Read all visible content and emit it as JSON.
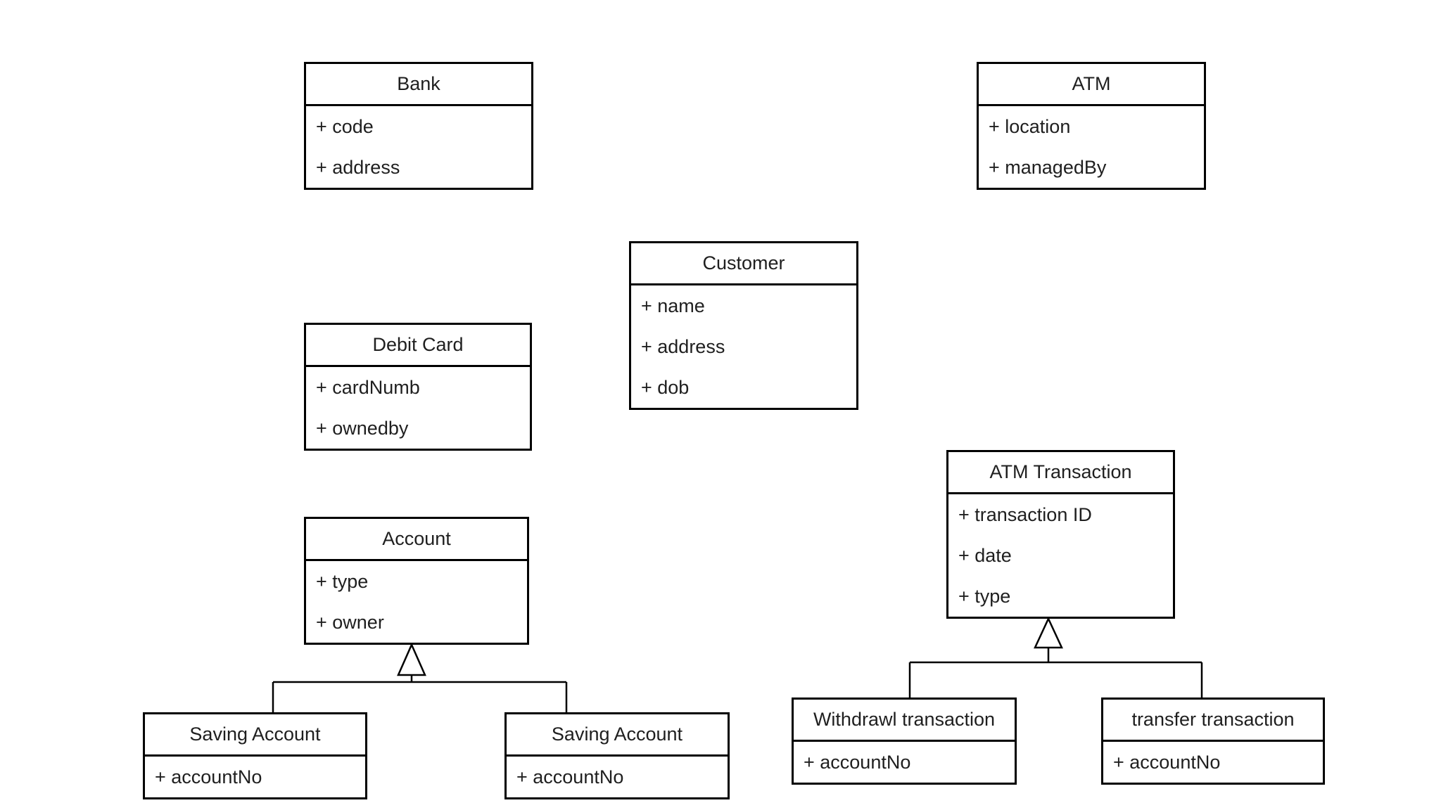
{
  "diagram": {
    "type": "uml-class-diagram",
    "background_color": "#ffffff",
    "stroke_color": "#000000",
    "text_color": "#1f1f1f",
    "box_fill_color": "#ffffff"
  },
  "classes": [
    {
      "id": "bank",
      "name": "Bank",
      "attributes": [
        "+ code",
        "+ address"
      ]
    },
    {
      "id": "atm",
      "name": "ATM",
      "attributes": [
        "+ location",
        "+ managedBy"
      ]
    },
    {
      "id": "customer",
      "name": "Customer",
      "attributes": [
        "+ name",
        "+ address",
        "+ dob"
      ]
    },
    {
      "id": "debit-card",
      "name": "Debit Card",
      "attributes": [
        "+ cardNumb",
        "+ ownedby"
      ]
    },
    {
      "id": "account",
      "name": "Account",
      "attributes": [
        "+ type",
        "+ owner"
      ]
    },
    {
      "id": "saving-account-left",
      "name": "Saving Account",
      "attributes": [
        "+ accountNo"
      ]
    },
    {
      "id": "saving-account-right",
      "name": "Saving Account",
      "attributes": [
        "+ accountNo"
      ]
    },
    {
      "id": "atm-transaction",
      "name": "ATM Transaction",
      "attributes": [
        "+ transaction ID",
        "+ date",
        "+ type"
      ]
    },
    {
      "id": "withdrawl-transaction",
      "name": "Withdrawl transaction",
      "attributes": [
        "+ accountNo"
      ]
    },
    {
      "id": "transfer-transaction",
      "name": "transfer transaction",
      "attributes": [
        "+ accountNo"
      ]
    }
  ],
  "relationships": [
    {
      "type": "generalization",
      "parent": "Account",
      "children": [
        "Saving Account",
        "Saving Account"
      ]
    },
    {
      "type": "generalization",
      "parent": "ATM Transaction",
      "children": [
        "Withdrawl transaction",
        "transfer transaction"
      ]
    }
  ]
}
